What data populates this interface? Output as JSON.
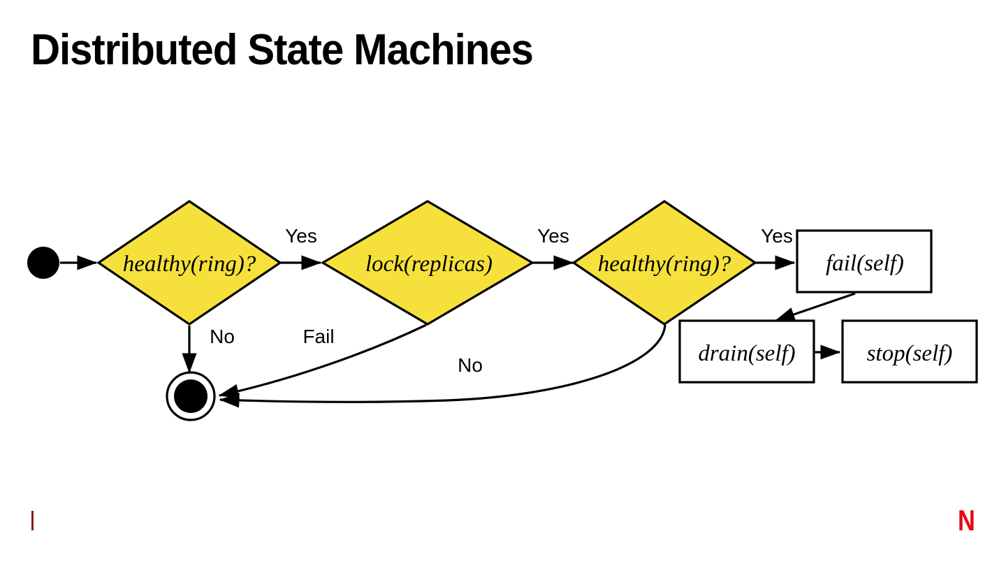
{
  "slide": {
    "title": "Distributed State Machines",
    "background_color": "#ffffff",
    "accent_tick_color": "#8c1a17",
    "brand_logo": "N",
    "brand_logo_color": "#e50914",
    "brand_name": "netflix-logo"
  },
  "diagram": {
    "type": "flowchart",
    "decision_fill": "#f6e13c",
    "decision_stroke": "#000000",
    "process_fill": "#ffffff",
    "process_stroke": "#000000",
    "nodes": [
      {
        "id": "start",
        "shape": "filled-circle",
        "label": ""
      },
      {
        "id": "d1",
        "shape": "diamond",
        "label": "healthy(ring)?"
      },
      {
        "id": "d2",
        "shape": "diamond",
        "label": "lock(replicas)"
      },
      {
        "id": "d3",
        "shape": "diamond",
        "label": "healthy(ring)?"
      },
      {
        "id": "fail",
        "shape": "rectangle",
        "label": "fail(self)"
      },
      {
        "id": "drain",
        "shape": "rectangle",
        "label": "drain(self)"
      },
      {
        "id": "stop",
        "shape": "rectangle",
        "label": "stop(self)"
      },
      {
        "id": "end",
        "shape": "double-circle",
        "label": ""
      }
    ],
    "edges": [
      {
        "from": "start",
        "to": "d1",
        "label": ""
      },
      {
        "from": "d1",
        "to": "d2",
        "label": "Yes"
      },
      {
        "from": "d1",
        "to": "end",
        "label": "No"
      },
      {
        "from": "d2",
        "to": "d3",
        "label": "Yes"
      },
      {
        "from": "d2",
        "to": "end",
        "label": "Fail"
      },
      {
        "from": "d3",
        "to": "fail",
        "label": "Yes"
      },
      {
        "from": "d3",
        "to": "end",
        "label": "No"
      },
      {
        "from": "fail",
        "to": "drain",
        "label": ""
      },
      {
        "from": "drain",
        "to": "stop",
        "label": ""
      }
    ]
  }
}
